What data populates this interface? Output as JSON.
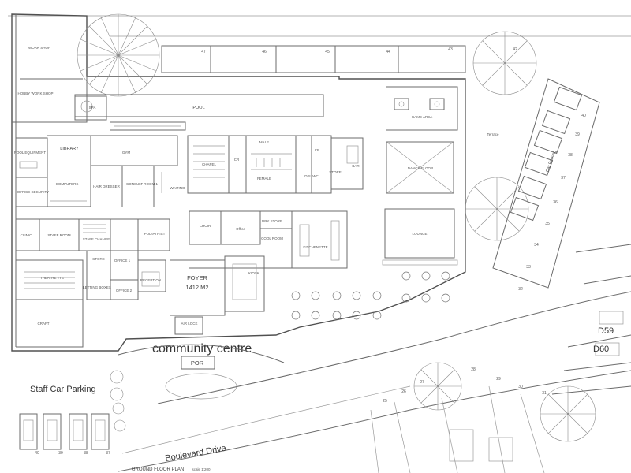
{
  "title": "community centre",
  "footer": {
    "plan_title": "GROUND FLOOR PLAN",
    "scale": "scale 1:200"
  },
  "street": "Boulevard Drive",
  "staff_parking": "Staff Car Parking",
  "side_parking": "Car Parking",
  "rooms": {
    "workshop": "WORK SHOP",
    "hobby": "HOBBY WORK SHOP",
    "spa": "SPA",
    "pool": "POOL",
    "pool_equipment": "POOL EQUIPMENT",
    "library": "LIBRARY",
    "gym": "GYM",
    "computers": "COMPUTERS",
    "hairdresser": "HAIR DRESSER",
    "consult": "CONSULT ROOM 1",
    "waiting": "WAITING",
    "office_security": "OFFICE SECURITY",
    "chapel": "CHAPEL",
    "cr1": "CR",
    "male": "MALE",
    "female": "FEMALE",
    "cr2": "CR",
    "dis_wc": "DIS. WC",
    "store": "STORE",
    "bar": "BAR",
    "game_area": "GAME AREA",
    "dance_floor": "DANCE FLOOR",
    "terrace": "Terrace",
    "clinic": "CLINIC",
    "staff_room": "STAFF ROOM",
    "staff_change": "STAFF CHANGE",
    "podiatrist": "PODIATRIST",
    "choir": "CHOIR",
    "office": "Office",
    "dry_store": "DRY STORE",
    "cool_room": "COOL ROOM",
    "kitchenette": "KITCHENETTE",
    "lounge": "LOUNGE",
    "store2": "STORE",
    "office1": "OFFICE 1",
    "office2": "OFFICE 2",
    "reception": "RECEPTION",
    "theatrette": "THEATRE TTE",
    "lettingboxes": "LETTING BOXES",
    "craft": "CRAFT",
    "foyer": "FOYER",
    "foyer_area": "1412 M2",
    "kiosk": "KIOSK",
    "airlock": "AIR LOCK",
    "por": "POR"
  },
  "lot_numbers_top": [
    "47",
    "46",
    "45",
    "44",
    "43",
    "42"
  ],
  "lot_numbers_right": [
    "40",
    "39",
    "38",
    "37",
    "36",
    "35",
    "34",
    "33",
    "32"
  ],
  "lot_numbers_bottom": [
    "27",
    "28",
    "29",
    "30",
    "31",
    "26",
    "25"
  ],
  "lot_labels": [
    "D59",
    "D60"
  ],
  "staff_bay_numbers": [
    "40",
    "39",
    "38",
    "37"
  ]
}
